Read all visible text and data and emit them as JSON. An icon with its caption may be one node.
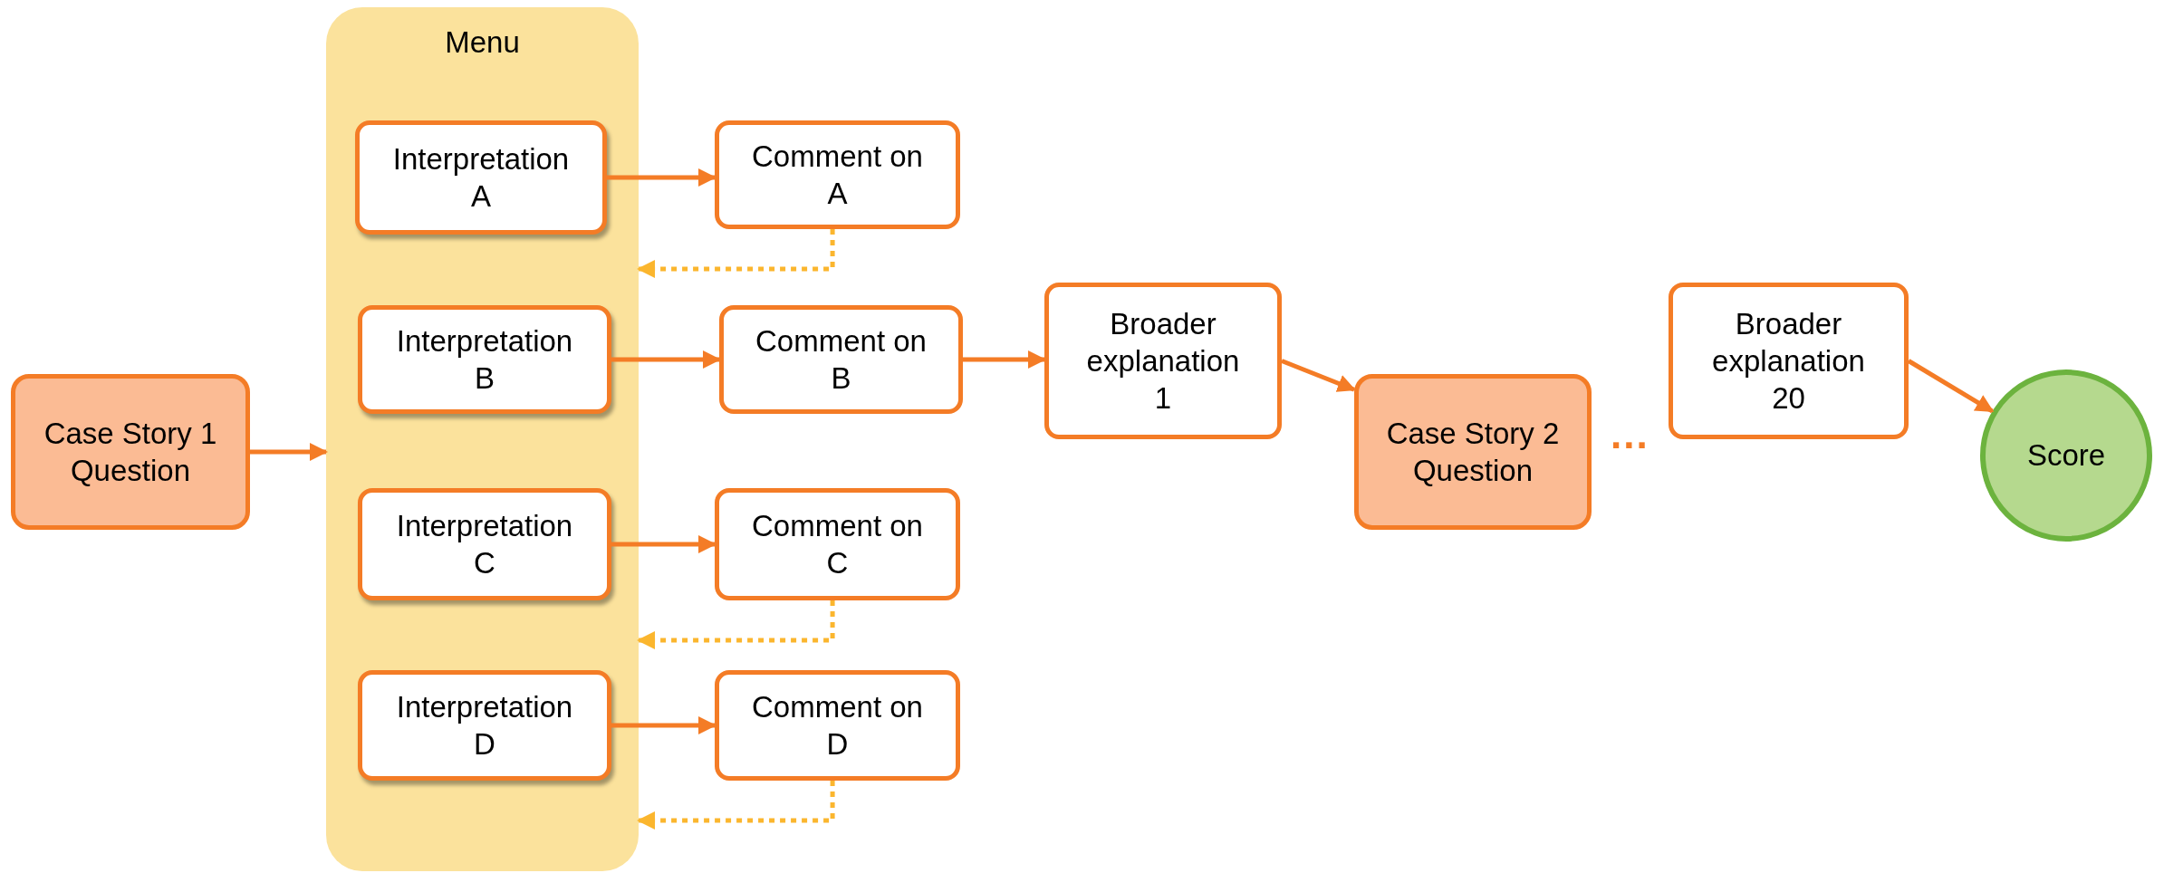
{
  "diagram": {
    "nodes": [
      {
        "text": [
          "Case Story 1 Question"
        ]
      },
      {
        "text": [
          "Menu"
        ]
      },
      {
        "text": [
          "Interpretation A"
        ],
        "in": 1
      },
      {
        "text": [
          "Interpretation B"
        ],
        "in": 1
      },
      {
        "text": [
          "Interpretation C"
        ],
        "in": 1
      },
      {
        "text": [
          "Interpretation D"
        ],
        "in": 1
      },
      {
        "text": [
          "Comment on A"
        ]
      },
      {
        "text": [
          "Comment on B"
        ]
      },
      {
        "text": [
          "Comment on C"
        ]
      },
      {
        "text": [
          "Comment on D"
        ]
      },
      {
        "text": [
          "Broader explanation 1"
        ]
      },
      {
        "text": [
          "Case Story 2 Question"
        ]
      },
      {
        "text": [
          "Broader explanation 20"
        ]
      },
      {
        "text": [
          "Score"
        ]
      }
    ],
    "edges": [
      {
        "from": 0,
        "to": 1,
        "arrow": "to"
      },
      {
        "from": 2,
        "to": 6,
        "arrow": "to"
      },
      {
        "from": 6,
        "to": 1,
        "arrow": "to",
        "style": "dashed",
        "color": "#fbb62e"
      },
      {
        "from": 3,
        "to": 7,
        "arrow": "to"
      },
      {
        "from": 7,
        "to": 10,
        "arrow": "to"
      },
      {
        "from": 10,
        "to": 11,
        "arrow": "to"
      },
      {
        "from": 4,
        "to": 8,
        "arrow": "to"
      },
      {
        "from": 8,
        "to": 1,
        "arrow": "to",
        "style": "dashed",
        "color": "#fbb62e"
      },
      {
        "from": 5,
        "to": 9,
        "arrow": "to"
      },
      {
        "from": 9,
        "to": 1,
        "arrow": "to",
        "style": "dashed",
        "color": "#fbb62e"
      },
      {
        "from": 12,
        "to": 13,
        "arrow": "to"
      }
    ],
    "labels": [
      "..."
    ]
  }
}
